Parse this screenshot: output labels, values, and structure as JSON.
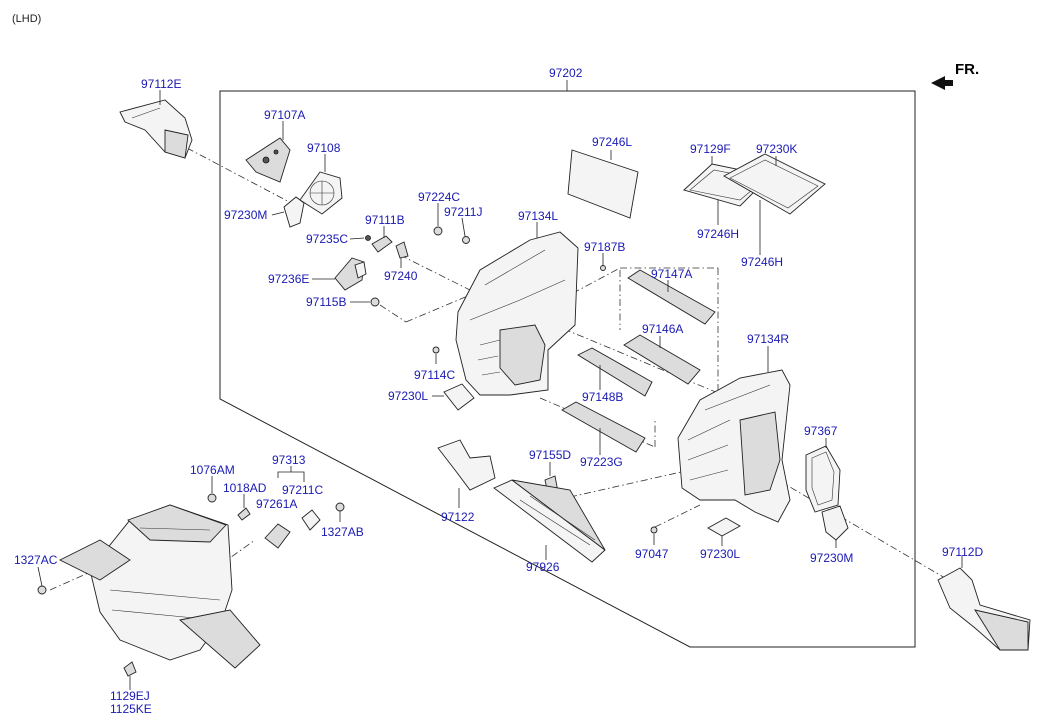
{
  "diagram": {
    "variant_note": "(LHD)",
    "direction_label": "FR.",
    "assembly_label": "97202",
    "part_labels": {
      "p97112E": "97112E",
      "p97107A": "97107A",
      "p97108": "97108",
      "p97230M_top": "97230M",
      "p97111B": "97111B",
      "p97235C": "97235C",
      "p97240": "97240",
      "p97236E": "97236E",
      "p97115B": "97115B",
      "p97224C": "97224C",
      "p97211J": "97211J",
      "p97134L": "97134L",
      "p97246L": "97246L",
      "p97187B": "97187B",
      "p97129F": "97129F",
      "p97230K": "97230K",
      "p97246H_a": "97246H",
      "p97246H_b": "97246H",
      "p97147A": "97147A",
      "p97146A": "97146A",
      "p97134R": "97134R",
      "p97114C": "97114C",
      "p97230L_left": "97230L",
      "p97148B": "97148B",
      "p97223G": "97223G",
      "p97367": "97367",
      "p97155D": "97155D",
      "p97122": "97122",
      "p97926": "97926",
      "p97047": "97047",
      "p97230L_right": "97230L",
      "p97230M_right": "97230M",
      "p97112D": "97112D",
      "p1076AM": "1076AM",
      "p97313": "97313",
      "p1018AD": "1018AD",
      "p97211C": "97211C",
      "p97261A": "97261A",
      "p1327AB": "1327AB",
      "p1327AC": "1327AC",
      "p1129EJ": "1129EJ",
      "p1125KE": "1125KE"
    }
  }
}
